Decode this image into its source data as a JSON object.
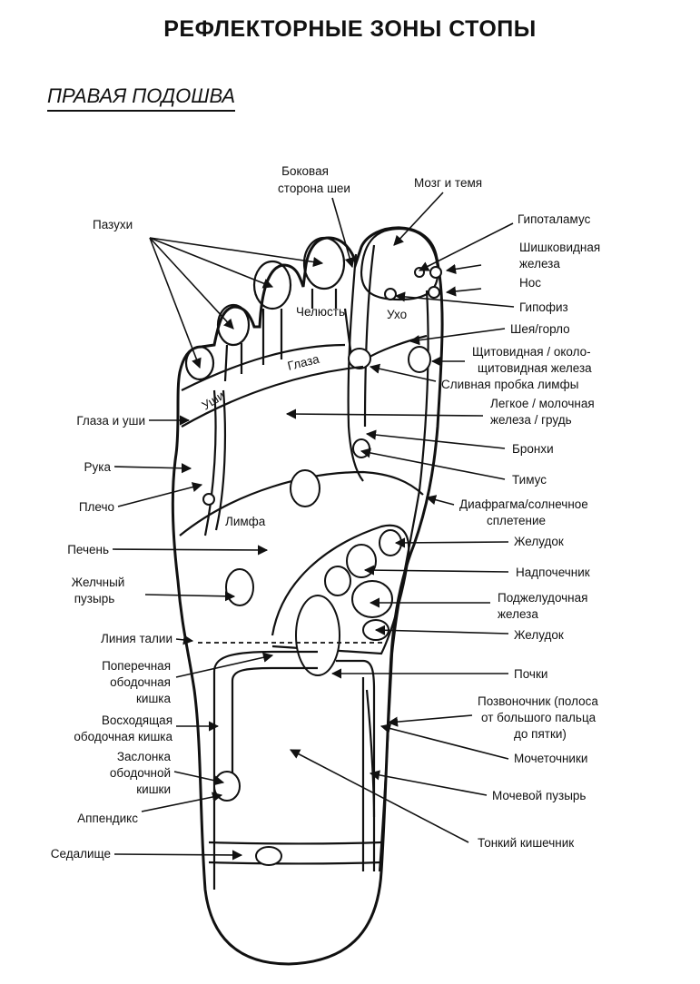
{
  "title": "РЕФЛЕКТОРНЫЕ ЗОНЫ СТОПЫ",
  "subtitle": "ПРАВАЯ ПОДОШВА",
  "labels": {
    "sinuses": "Пазухи",
    "side_neck_1": "Боковая",
    "side_neck_2": "сторона шеи",
    "brain": "Мозг и темя",
    "hypothalamus": "Гипоталамус",
    "pineal_1": "Шишковидная",
    "pineal_2": "железа",
    "nose": "Нос",
    "pituitary": "Гипофиз",
    "neck_throat": "Шея/горло",
    "thyroid_1": "Щитовидная / около-",
    "thyroid_2": "щитовидная железа",
    "lymph_plug": "Сливная пробка лимфы",
    "lung_1": "Легкое / молочная",
    "lung_2": "железа / грудь",
    "bronchi": "Бронхи",
    "thymus": "Тимус",
    "diaphragm_1": "Диафрагма/солнечное",
    "diaphragm_2": "сплетение",
    "stomach_1": "Желудок",
    "adrenal": "Надпочечник",
    "pancreas_1": "Поджелудочная",
    "pancreas_2": "железа",
    "stomach_2": "Желудок",
    "kidneys": "Почки",
    "spine_1": "Позвоночник (полоса",
    "spine_2": "от большого пальца",
    "spine_3": "до пятки)",
    "ureters": "Мочеточники",
    "bladder": "Мочевой пузырь",
    "small_intestine": "Тонкий кишечник",
    "eyes_ears": "Глаза и уши",
    "arm": "Рука",
    "shoulder": "Плечо",
    "liver": "Печень",
    "gallbladder_1": "Желчный",
    "gallbladder_2": "пузырь",
    "waistline": "Линия талии",
    "transverse_1": "Поперечная",
    "transverse_2": "ободочная",
    "transverse_3": "кишка",
    "ascending_1": "Восходящая",
    "ascending_2": "ободочная кишка",
    "valve_1": "Заслонка",
    "valve_2": "ободочной",
    "valve_3": "кишки",
    "appendix": "Аппендикс",
    "sciatic": "Седалище"
  },
  "inner_labels": {
    "jaw": "Челюсть",
    "ear": "Ухо",
    "eyes": "Глаза",
    "ears": "Уши",
    "lymph": "Лимфа"
  }
}
